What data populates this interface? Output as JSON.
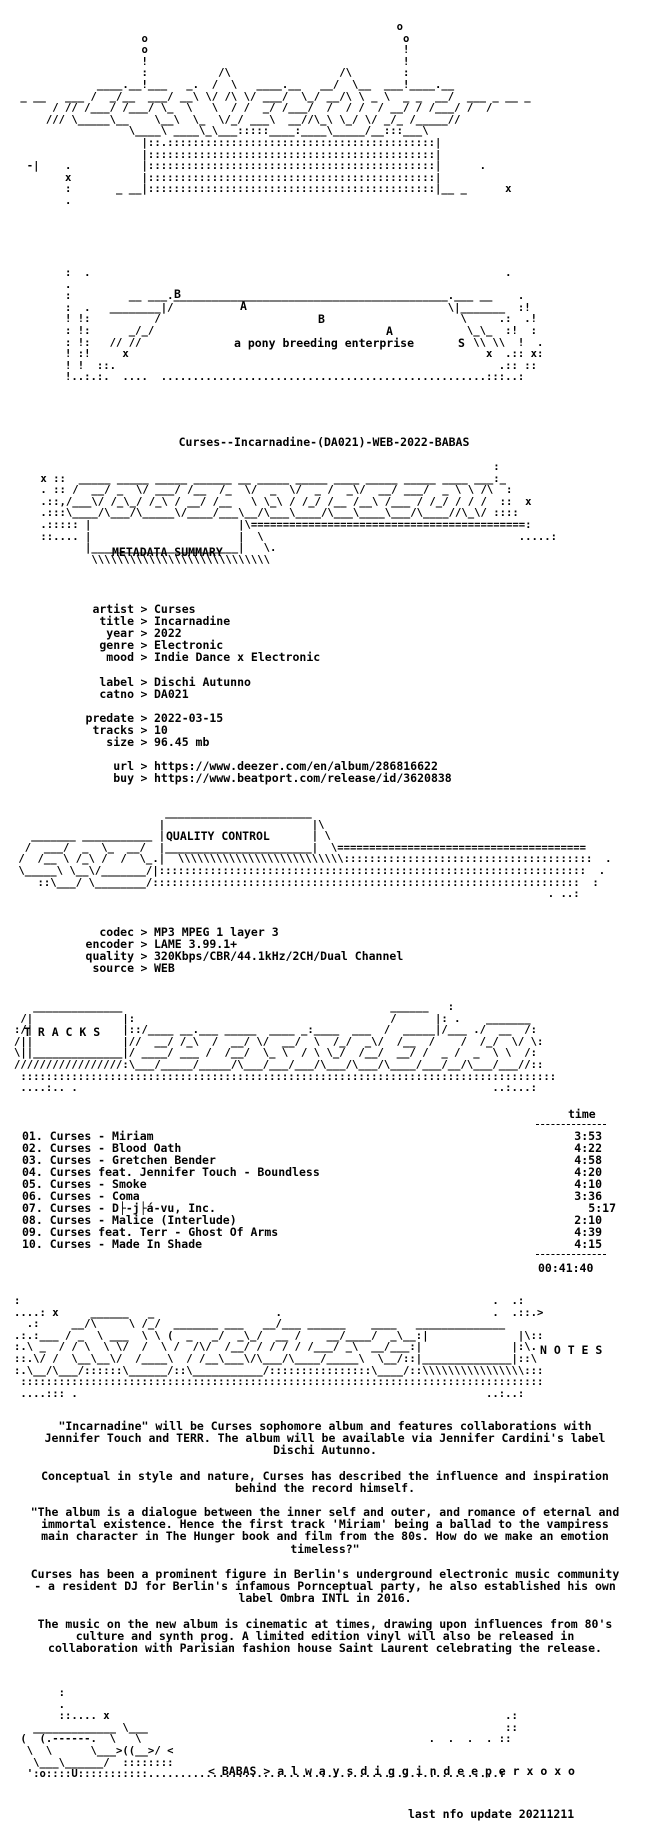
{
  "header": {
    "letters": [
      "B",
      "A",
      "B",
      "A",
      "S"
    ],
    "tagline": "a pony breeding enterprise"
  },
  "release_line": "Curses--Incarnadine-(DA021)-WEB-2022-BABAS",
  "metadata": {
    "section_label": "METADATA SUMMARY",
    "groups": [
      [
        {
          "key": "artist",
          "value": "Curses"
        },
        {
          "key": "title",
          "value": "Incarnadine"
        },
        {
          "key": "year",
          "value": "2022"
        },
        {
          "key": "genre",
          "value": "Electronic"
        },
        {
          "key": "mood",
          "value": "Indie Dance x Electronic"
        }
      ],
      [
        {
          "key": "label",
          "value": "Dischi Autunno"
        },
        {
          "key": "catno",
          "value": "DA021"
        }
      ],
      [
        {
          "key": "predate",
          "value": "2022-03-15"
        },
        {
          "key": "tracks",
          "value": "10"
        },
        {
          "key": "size",
          "value": "96.45 mb"
        }
      ],
      [
        {
          "key": "url",
          "value": "https://www.deezer.com/en/album/286816622"
        },
        {
          "key": "buy",
          "value": "https://www.beatport.com/release/id/3620838"
        }
      ]
    ]
  },
  "quality": {
    "section_label": "QUALITY CONTROL",
    "items": [
      {
        "key": "codec",
        "value": "MP3 MPEG 1 layer 3"
      },
      {
        "key": "encoder",
        "value": "LAME 3.99.1+"
      },
      {
        "key": "quality",
        "value": "320Kbps/CBR/44.1kHz/2CH/Dual Channel"
      },
      {
        "key": "source",
        "value": "WEB"
      }
    ]
  },
  "tracks": {
    "section_label": "T R A C K S",
    "time_header": "time",
    "list": [
      {
        "no": "01.",
        "title": "Curses - Miriam",
        "time": "3:53"
      },
      {
        "no": "02.",
        "title": "Curses - Blood Oath",
        "time": "4:22"
      },
      {
        "no": "03.",
        "title": "Curses - Gretchen Bender",
        "time": "4:58"
      },
      {
        "no": "04.",
        "title": "Curses feat. Jennifer Touch - Boundless",
        "time": "4:20"
      },
      {
        "no": "05.",
        "title": "Curses - Smoke",
        "time": "4:10"
      },
      {
        "no": "06.",
        "title": "Curses - Coma",
        "time": "3:36"
      },
      {
        "no": "07.",
        "title": "Curses - D├-j├á-vu, Inc.",
        "time": "5:17"
      },
      {
        "no": "08.",
        "title": "Curses - Malice (Interlude)",
        "time": "2:10"
      },
      {
        "no": "09.",
        "title": "Curses feat. Terr - Ghost Of Arms",
        "time": "4:39"
      },
      {
        "no": "10.",
        "title": "Curses - Made In Shade",
        "time": "4:15"
      }
    ],
    "total": "00:41:40"
  },
  "notes": {
    "section_label": "N O T E S",
    "paragraphs": [
      "\"Incarnadine\" will be Curses sophomore album and features collaborations with Jennifer Touch and TERR. The album will be available via Jennifer Cardini's label Dischi Autunno.",
      "Conceptual in style and nature, Curses has described the influence and inspiration behind the record himself.",
      "\"The album is a dialogue between the inner self and outer, and romance of eternal and immortal existence. Hence the first track 'Miriam' being a ballad to the vampiress main character in The Hunger book and film from the 80s. How do we make an emotion timeless?\"",
      "Curses has been a prominent figure in Berlin's underground electronic music community - a resident DJ for Berlin's infamous Pornceptual party, he also established his own label Ombra INTL in 2016.",
      "The music on the new album is cinematic at times, drawing upon influences from 80's culture and synth prog. A limited edition vinyl will also be released in collaboration with Parisian fashion house Saint Laurent celebrating the release."
    ]
  },
  "footer": {
    "group_tag": "< BABAS >",
    "motto": "a l w a y s d i g g i n d e e p e r x o x o",
    "update": "last nfo update 20211211"
  }
}
